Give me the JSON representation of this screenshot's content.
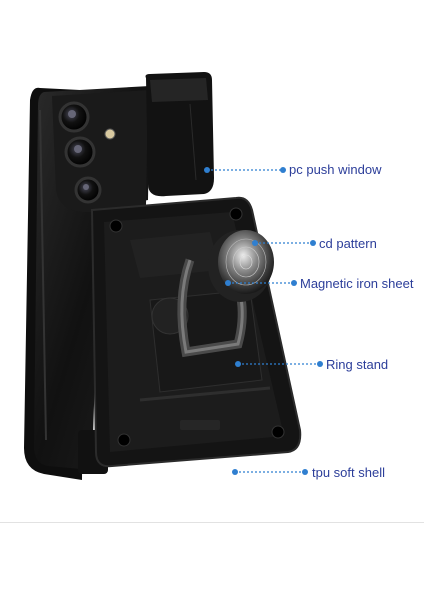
{
  "colors": {
    "accent": "#2f7fd0",
    "label": "#2c3e9a",
    "case": "#151515"
  },
  "callouts": [
    {
      "id": "pc-push-window",
      "label": "pc push window"
    },
    {
      "id": "cd-pattern",
      "label": "cd pattern"
    },
    {
      "id": "magnetic-iron-sheet",
      "label": "Magnetic iron sheet"
    },
    {
      "id": "ring-stand",
      "label": "Ring stand"
    },
    {
      "id": "tpu-soft-shell",
      "label": "tpu soft shell"
    }
  ]
}
